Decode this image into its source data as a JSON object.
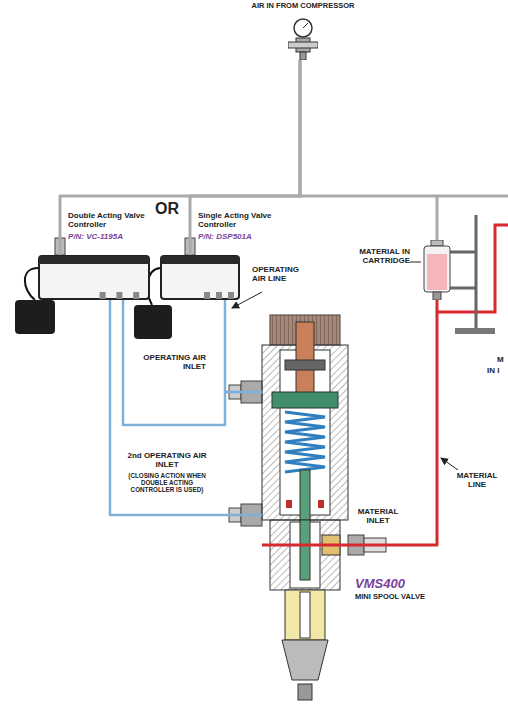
{
  "diagram": {
    "nodes": [
      {
        "text": [
          "AIR IN FROM COMPRESSOR"
        ]
      },
      {
        "text": [
          "Double Acting Valve Controller",
          "P/N: VC-1195A"
        ]
      },
      {
        "text": [
          "Single Acting Valve Controller",
          "P/N: DSP501A"
        ]
      },
      {
        "text": [
          "MATERIAL IN CARTRIDGE"
        ]
      },
      {
        "text": [
          "VMS400",
          "MINI SPOOL VALVE"
        ]
      }
    ],
    "edges": [
      {
        "from": 0,
        "to": 1,
        "arrow": "none"
      },
      {
        "from": 0,
        "to": 2,
        "arrow": "none"
      },
      {
        "from": 0,
        "to": 3,
        "arrow": "none"
      },
      {
        "from": 1,
        "to": 4,
        "arrow": "none"
      },
      {
        "from": 1,
        "to": 4,
        "arrow": "none"
      },
      {
        "from": 2,
        "to": 4,
        "arrow": "none"
      },
      {
        "from": 3,
        "to": 4,
        "arrow": "none"
      }
    ],
    "labels": [
      "OR",
      "OPERATING AIR LINE",
      "OPERATING AIR INLET",
      "2nd OPERATING AIR INLET",
      "(CLOSING ACTION WHEN DOUBLE ACTING CONTROLLER IS USED)",
      "MATERIAL INLET",
      "MATERIAL LINE",
      "M",
      "IN I"
    ]
  }
}
